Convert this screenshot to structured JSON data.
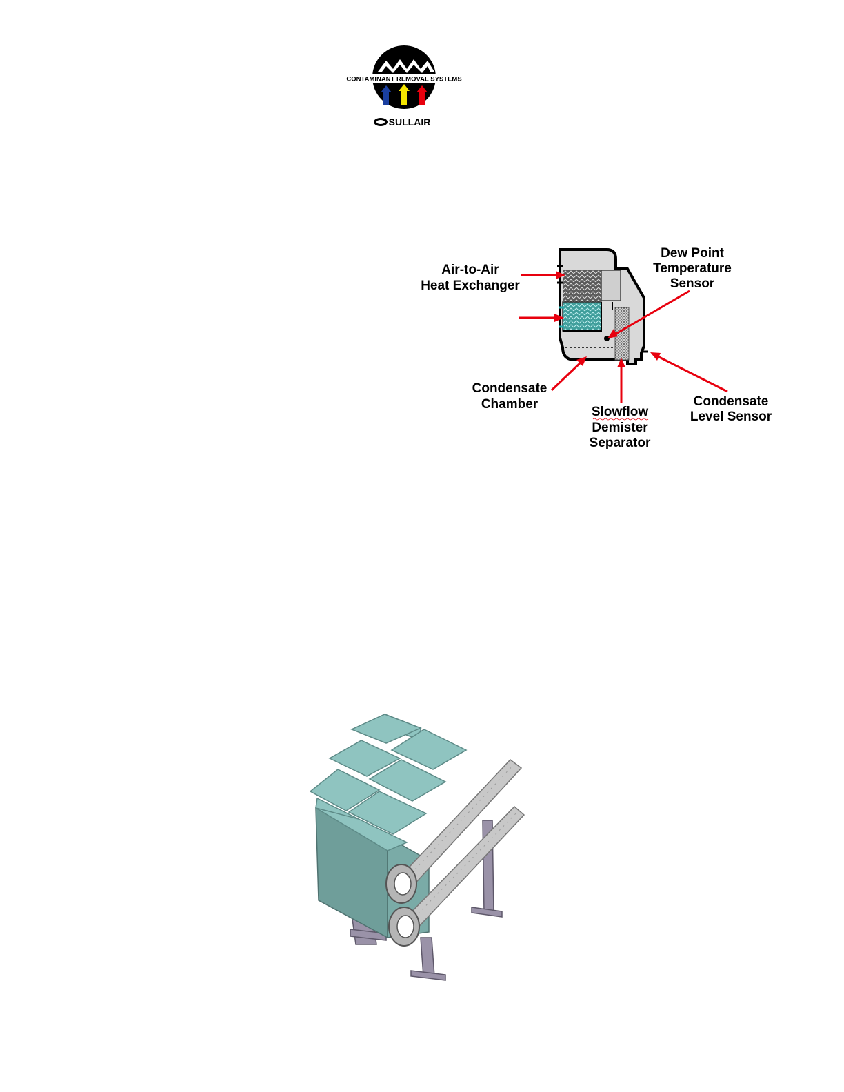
{
  "logo": {
    "tagline": "CONTAMINANT REMOVAL SYSTEMS",
    "brand": "SULLAIR"
  },
  "diagram": {
    "labels": {
      "heat_exchanger_1": "Air-to-Air",
      "heat_exchanger_2": "Heat Exchanger",
      "dew_point_1": "Dew Point",
      "dew_point_2": "Temperature",
      "dew_point_3": "Sensor",
      "condensate_chamber_1": "Condensate",
      "condensate_chamber_2": "Chamber",
      "demister_1": "Slowflow",
      "demister_2": "Demister",
      "demister_3": "Separator",
      "level_sensor_1": "Condensate",
      "level_sensor_2": "Level Sensor"
    },
    "colors": {
      "arrow": "#e8000e",
      "housing": "#d9d9d9",
      "exchanger_teal": "#4fb3b0"
    }
  },
  "render": {
    "colors": {
      "module": "#8fc4c0",
      "module_side": "#6f9e9a",
      "pipe": "#c8c8c8",
      "stand": "#9a92a8"
    }
  }
}
